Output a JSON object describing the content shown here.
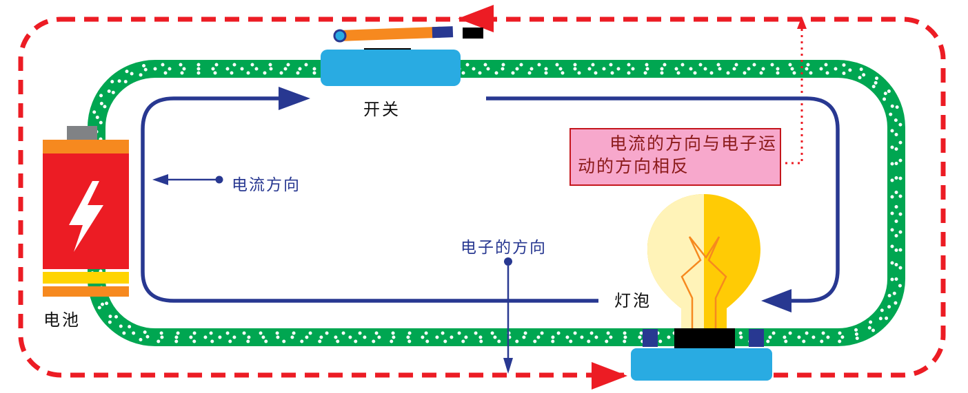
{
  "diagram": {
    "labels": {
      "battery": "电池",
      "switch": "开关",
      "bulb": "灯泡",
      "current_direction": "电流方向",
      "electron_direction": "电子的方向"
    },
    "info_box": {
      "lines": [
        "电流的方向与电子运",
        "动的方向相反"
      ]
    },
    "colors": {
      "wire_green": "#00A651",
      "electron_dot": "#FFFFFF",
      "loop_red": "#EC1C24",
      "loop_blue": "#283891",
      "component_blue": "#29ABE2",
      "battery_red": "#EC1C24",
      "accent_orange": "#F6891F",
      "battery_yellow": "#FFD400",
      "battery_gray": "#808285",
      "bulb_yellow": "#FFCB05",
      "bulb_yellow_light": "#FFF3B8",
      "info_box_fill": "#F7A8CC",
      "info_box_border": "#C4161C",
      "info_box_text": "#8B1A1A"
    }
  }
}
